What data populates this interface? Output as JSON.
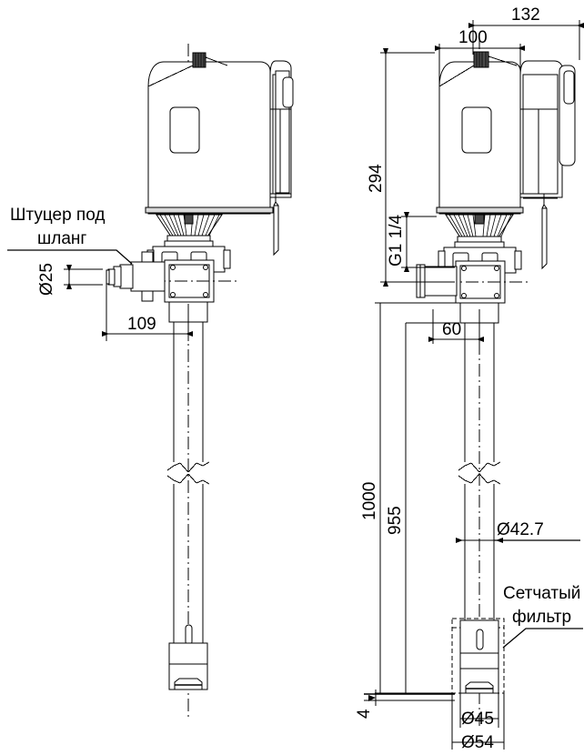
{
  "drawing": {
    "title": "Barrel pump dimensional drawing",
    "units": "mm",
    "line_color": "#000000",
    "background": "#ffffff"
  },
  "views": [
    {
      "id": "left-view",
      "name": "front-elevation",
      "label": ""
    },
    {
      "id": "right-view",
      "name": "side-elevation",
      "label": ""
    }
  ],
  "annotations": {
    "hose_nipple_line1": "Штуцер под",
    "hose_nipple_line2": "шланг",
    "mesh_filter_line1": "Сетчатый",
    "mesh_filter_line2": "фильтр"
  },
  "dimensions": {
    "hose_dia": "Ø25",
    "offset_109": "109",
    "width_100": "100",
    "width_132": "132",
    "height_294": "294",
    "thread_g114": "G1 1/4",
    "offset_60": "60",
    "length_1000": "1000",
    "length_955": "955",
    "tube_dia": "Ø42.7",
    "filter_inner_dia": "Ø45",
    "filter_outer_dia": "Ø54",
    "clearance_4": "4"
  }
}
